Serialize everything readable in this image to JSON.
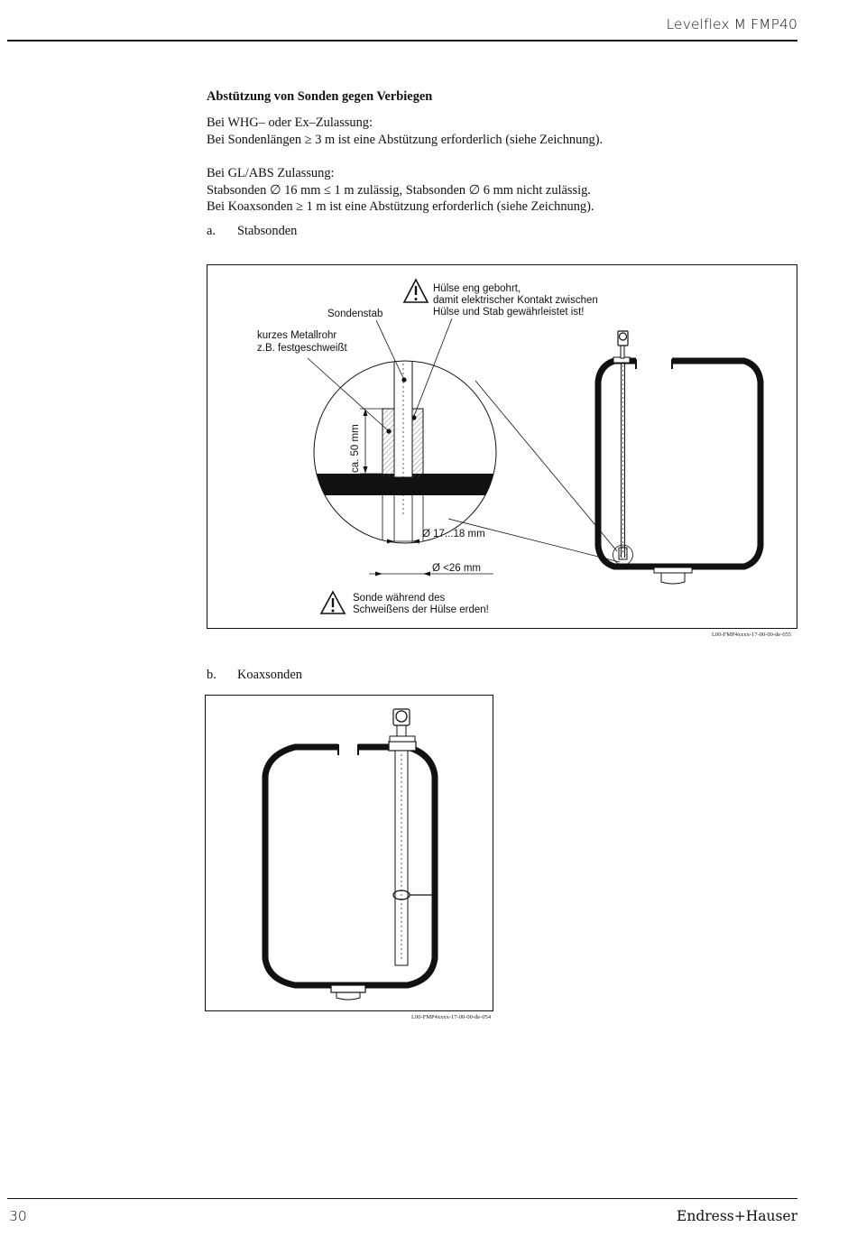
{
  "header": {
    "title": "Levelflex M FMP40"
  },
  "footer": {
    "page_number": "30",
    "brand": "Endress+Hauser"
  },
  "section": {
    "heading": "Abstützung von Sonden gegen Verbiegen",
    "para1": [
      "Bei WHG– oder Ex–Zulassung:",
      "Bei Sondenlängen ≥ 3 m ist eine Abstützung erforderlich (siehe Zeichnung)."
    ],
    "para2": [
      "Bei GL/ABS Zulassung:",
      "Stabsonden ∅ 16 mm ≤ 1 m zulässig, Stabsonden ∅ 6 mm nicht zulässig.",
      "Bei Koaxsonden ≥ 1 m ist eine Abstützung erforderlich (siehe Zeichnung)."
    ]
  },
  "figure_a": {
    "letter": "a.",
    "label": "Stabsonden",
    "code": "L00-FMP4xxxx-17-00-00-de-055",
    "texts": {
      "warn1_line1": "Hülse eng gebohrt,",
      "warn1_line2": "damit elektrischer Kontakt zwischen",
      "warn1_line3": "Hülse und Stab gewährleistet ist!",
      "sondenstab": "Sondenstab",
      "metall_line1": "kurzes Metallrohr",
      "metall_line2": "z.B. festgeschweißt",
      "ca50": "ca. 50 mm",
      "dia1": "Ø 17...18 mm",
      "dia2": "Ø <26 mm",
      "warn2_line1": "Sonde während des",
      "warn2_line2": "Schweißens der Hülse erden!"
    }
  },
  "figure_b": {
    "letter": "b.",
    "label": "Koaxsonden",
    "code": "L00-FMP4xxxx-17-00-00-de-054"
  }
}
